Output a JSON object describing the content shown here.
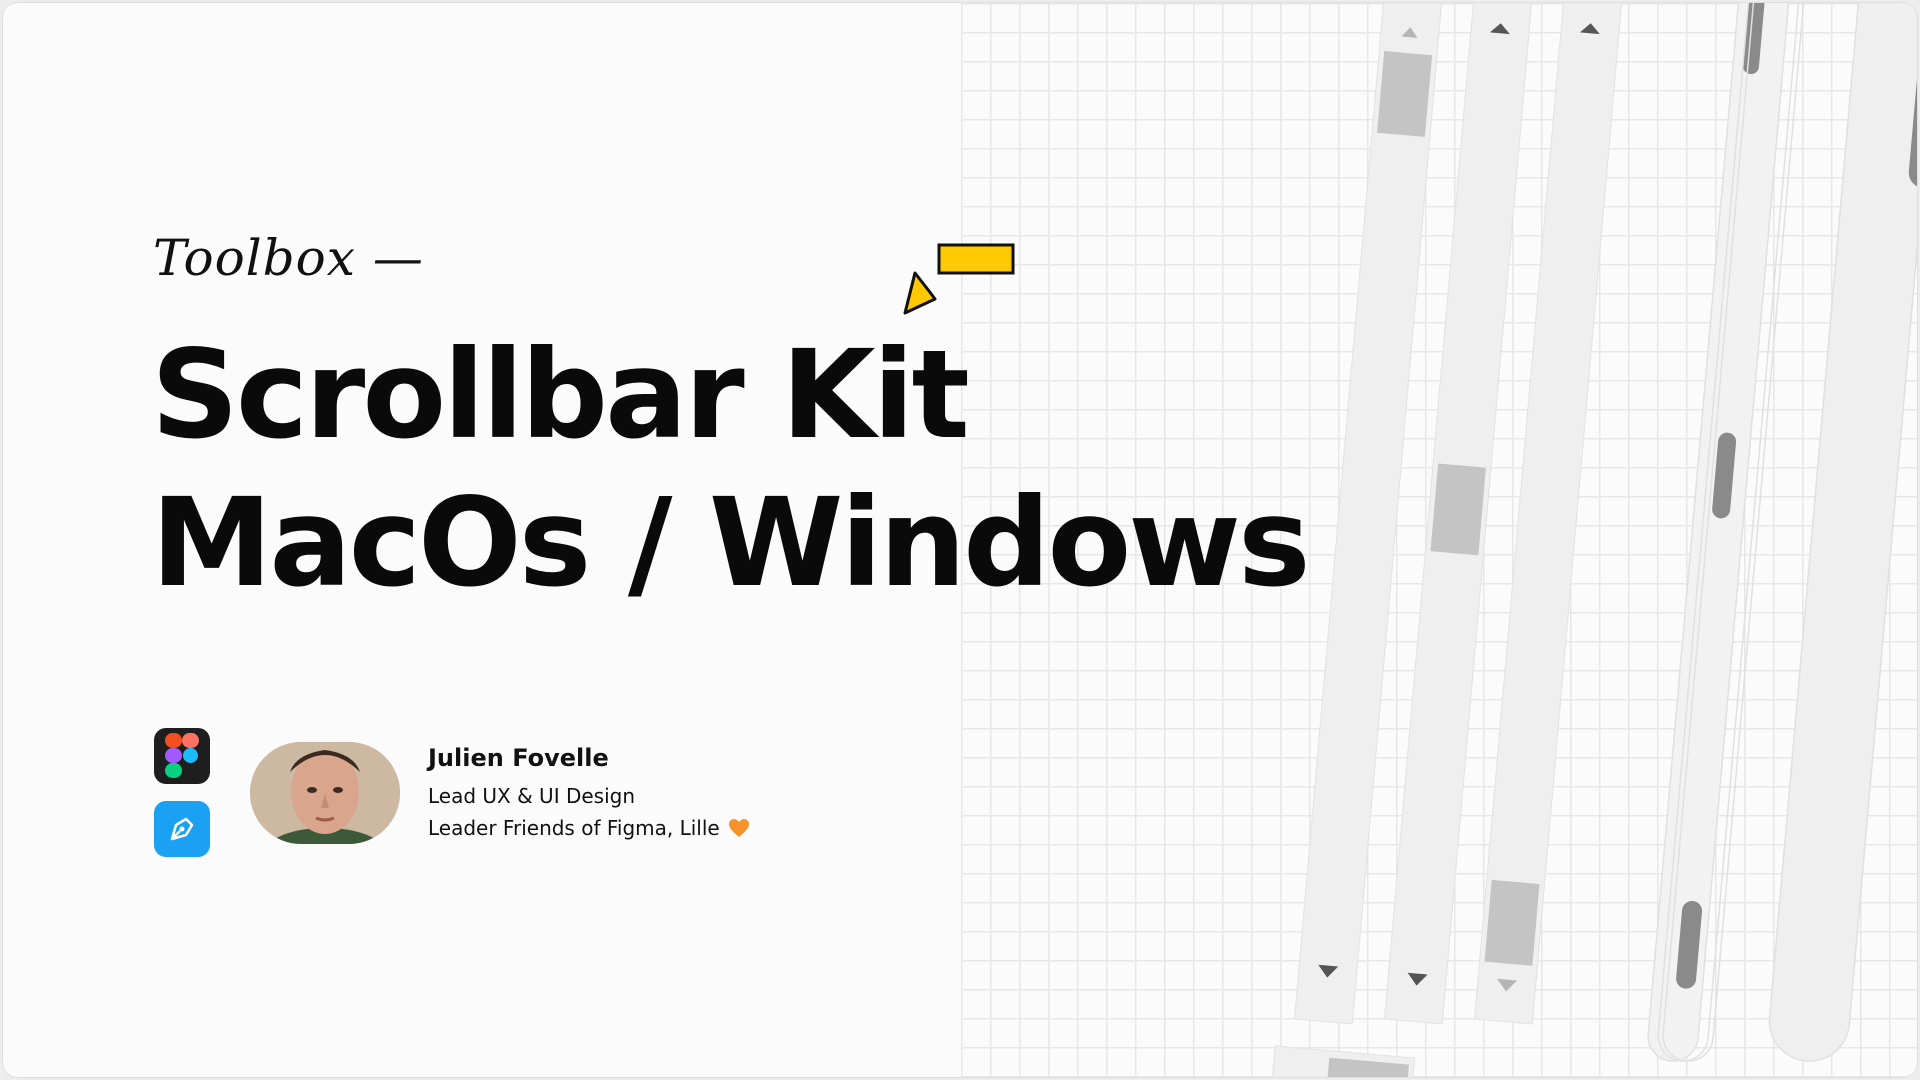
{
  "eyebrow": "Toolbox —",
  "title_line1": "Scrollbar Kit",
  "title_line2": "MacOs / Windows",
  "author": {
    "name": "Julien Fovelle",
    "role": "Lead UX & UI Design",
    "community": "Leader Friends of Figma, Lille"
  },
  "icons": {
    "figma": "figma-icon",
    "pen": "pen-tool-icon",
    "heart": "orange-heart-icon",
    "cursor": "cursor-arrow-icon"
  },
  "colors": {
    "accent_yellow": "#ffc800",
    "figma_bg": "#1e1e1e",
    "pen_bg": "#1aa1f2",
    "heart": "#f5922b",
    "track": "#efefef",
    "thumb_windows": "#c4c4c4",
    "thumb_mac": "#8a8a8a"
  }
}
